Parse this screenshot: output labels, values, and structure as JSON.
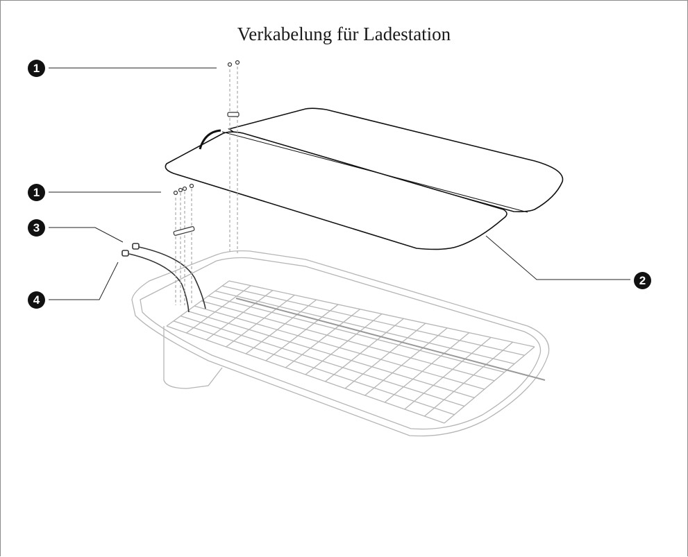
{
  "title": "Verkabelung für Ladestation",
  "callouts": [
    {
      "label": "1",
      "part": "screws-top"
    },
    {
      "label": "1",
      "part": "screws-lower"
    },
    {
      "label": "3",
      "part": "cable-connector-3"
    },
    {
      "label": "4",
      "part": "cable-connector-4"
    },
    {
      "label": "2",
      "part": "charging-plate"
    }
  ]
}
